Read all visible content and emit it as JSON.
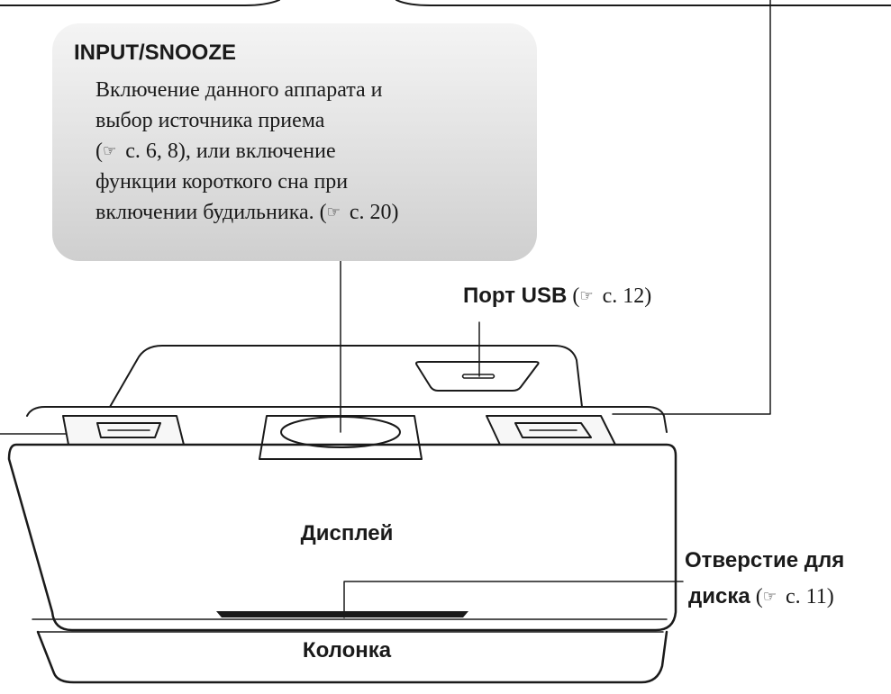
{
  "callout": {
    "title": "INPUT/SNOOZE",
    "lines": [
      "Включение данного аппарата и",
      "выбор источника приема",
      "с. 6, 8), или включение",
      "функции короткого сна при",
      "включении будильника. ("
    ],
    "line3_open_paren": "(",
    "line5_ref": "с. 20)"
  },
  "usb_port": {
    "name": "Порт USB",
    "open_paren": "(",
    "ref": "с. 12)"
  },
  "display": {
    "label": "Дисплей"
  },
  "speaker": {
    "label": "Колонка"
  },
  "disc_slot": {
    "name_line1": "Отверстие для",
    "name_line2": "диска",
    "open_paren": "(",
    "ref": "с. 11)"
  },
  "icons": {
    "reference": "pointing-hand-reference-icon"
  }
}
